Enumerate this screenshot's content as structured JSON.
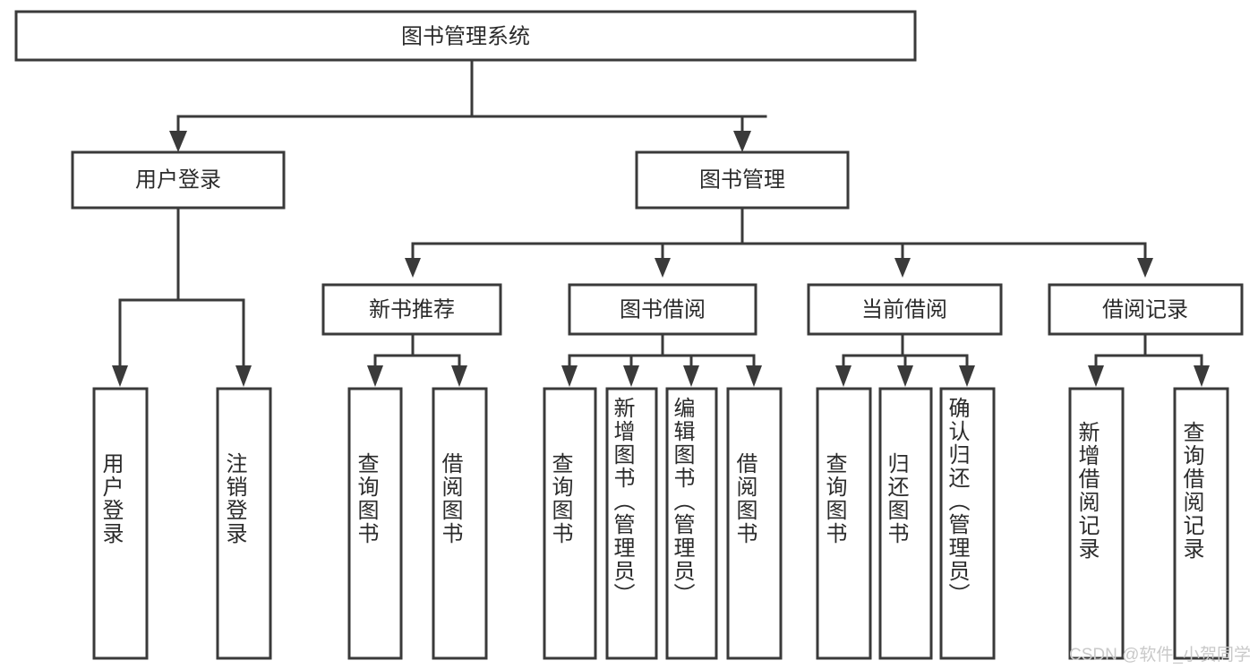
{
  "diagram": {
    "title": "图书管理系统",
    "type": "tree-hierarchy",
    "root": {
      "id": "root",
      "label": "图书管理系统"
    },
    "level2": [
      {
        "id": "user-login",
        "label": "用户登录"
      },
      {
        "id": "book-management",
        "label": "图书管理"
      }
    ],
    "level3": [
      {
        "id": "new-book-recommend",
        "label": "新书推荐",
        "parent": "book-management"
      },
      {
        "id": "book-borrow",
        "label": "图书借阅",
        "parent": "book-management"
      },
      {
        "id": "current-borrow",
        "label": "当前借阅",
        "parent": "book-management"
      },
      {
        "id": "borrow-record",
        "label": "借阅记录",
        "parent": "book-management"
      }
    ],
    "leaves": [
      {
        "id": "leaf-user-login",
        "label": "用户登录",
        "parent": "user-login"
      },
      {
        "id": "leaf-logout",
        "label": "注销登录",
        "parent": "user-login"
      },
      {
        "id": "leaf-query-book-1",
        "label": "查询图书",
        "parent": "new-book-recommend"
      },
      {
        "id": "leaf-borrow-book-1",
        "label": "借阅图书",
        "parent": "new-book-recommend"
      },
      {
        "id": "leaf-query-book-2",
        "label": "查询图书",
        "parent": "book-borrow"
      },
      {
        "id": "leaf-add-book",
        "label": "新增图书（管理员）",
        "parent": "book-borrow"
      },
      {
        "id": "leaf-edit-book",
        "label": "编辑图书（管理员）",
        "parent": "book-borrow"
      },
      {
        "id": "leaf-borrow-book-2",
        "label": "借阅图书",
        "parent": "book-borrow"
      },
      {
        "id": "leaf-query-book-3",
        "label": "查询图书",
        "parent": "current-borrow"
      },
      {
        "id": "leaf-return-book",
        "label": "归还图书",
        "parent": "current-borrow"
      },
      {
        "id": "leaf-confirm-return",
        "label": "确认归还（管理员）",
        "parent": "current-borrow"
      },
      {
        "id": "leaf-add-record",
        "label": "新增借阅记录",
        "parent": "borrow-record"
      },
      {
        "id": "leaf-query-record",
        "label": "查询借阅记录",
        "parent": "borrow-record"
      }
    ],
    "watermark": "CSDN @软件_小贺同学",
    "colors": {
      "stroke": "#3a3a3a",
      "box_fill": "#ffffff",
      "text": "#2b2b2b",
      "background": "#ffffff",
      "watermark": "#c9c9c9"
    }
  }
}
